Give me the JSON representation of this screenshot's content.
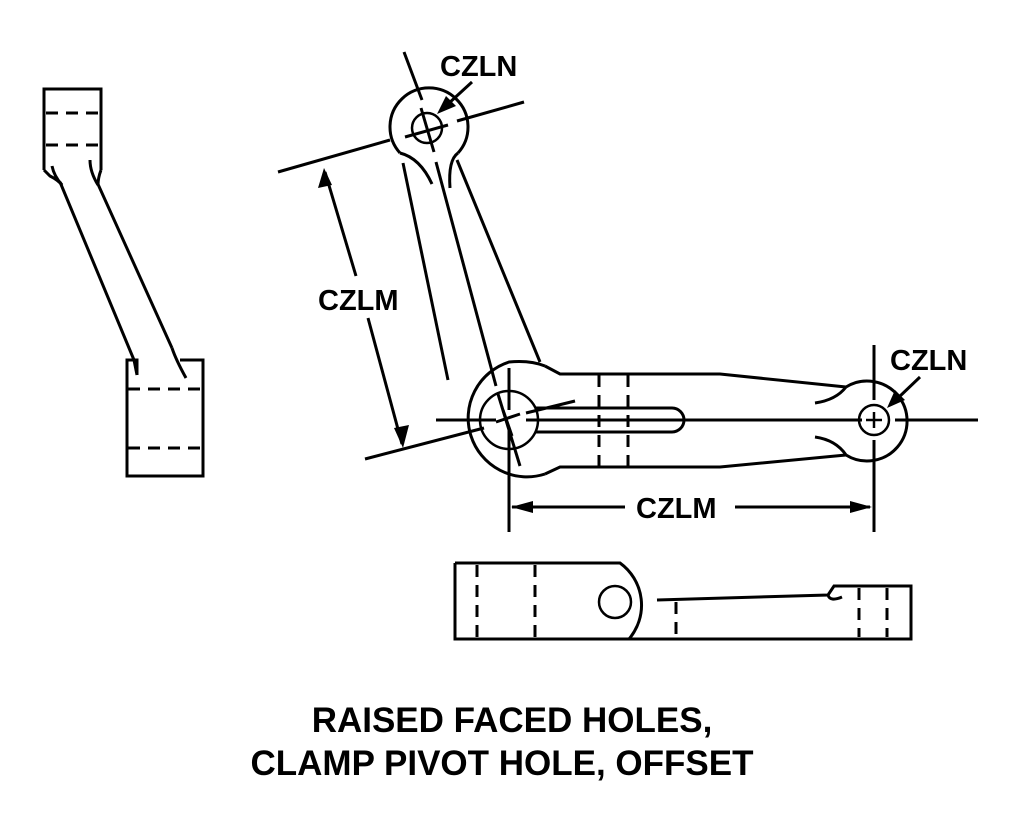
{
  "drawing": {
    "title_line1": "RAISED FACED HOLES,",
    "title_line2": "CLAMP PIVOT HOLE, OFFSET",
    "labels": {
      "hole_diameter_top": "CZLN",
      "hole_diameter_right": "CZLN",
      "center_distance_arm": "CZLM",
      "center_distance_horizontal": "CZLM"
    },
    "views": [
      "side-view-left",
      "plan-view",
      "side-view-bottom"
    ],
    "line_color": "#000000",
    "background_color": "#ffffff"
  }
}
